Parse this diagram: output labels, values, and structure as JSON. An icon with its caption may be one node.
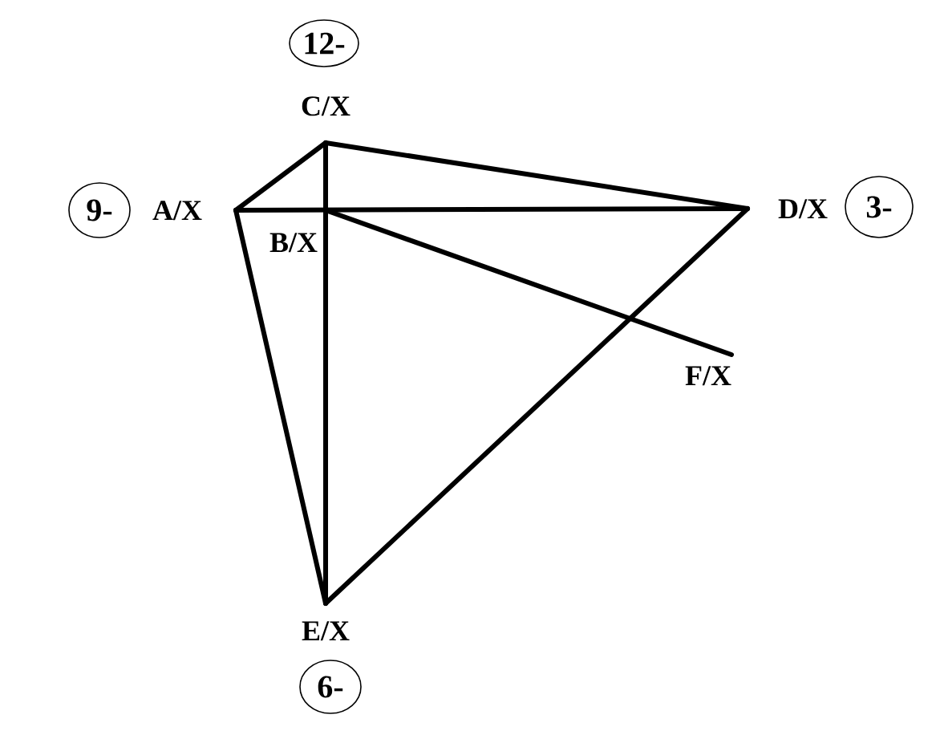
{
  "diagram": {
    "nodes": [
      {
        "text": [
          "12-"
        ]
      },
      {
        "text": [
          "C/X"
        ]
      },
      {
        "text": [
          "9-"
        ]
      },
      {
        "text": [
          "A/X"
        ]
      },
      {
        "text": [
          "D/X"
        ]
      },
      {
        "text": [
          "3-"
        ]
      },
      {
        "text": [
          "B/X"
        ]
      },
      {
        "text": [
          "F/X"
        ]
      },
      {
        "text": [
          "E/X"
        ]
      },
      {
        "text": [
          "6-"
        ]
      }
    ],
    "edges": [
      {
        "from": 1,
        "to": 3,
        "arrow": "none"
      },
      {
        "from": 1,
        "to": 4,
        "arrow": "none"
      },
      {
        "from": 3,
        "to": 4,
        "arrow": "none"
      },
      {
        "from": 1,
        "to": 8,
        "arrow": "none"
      },
      {
        "from": 3,
        "to": 8,
        "arrow": "none"
      },
      {
        "from": 4,
        "to": 8,
        "arrow": "none"
      },
      {
        "from": 6,
        "to": 7,
        "arrow": "none"
      }
    ]
  }
}
